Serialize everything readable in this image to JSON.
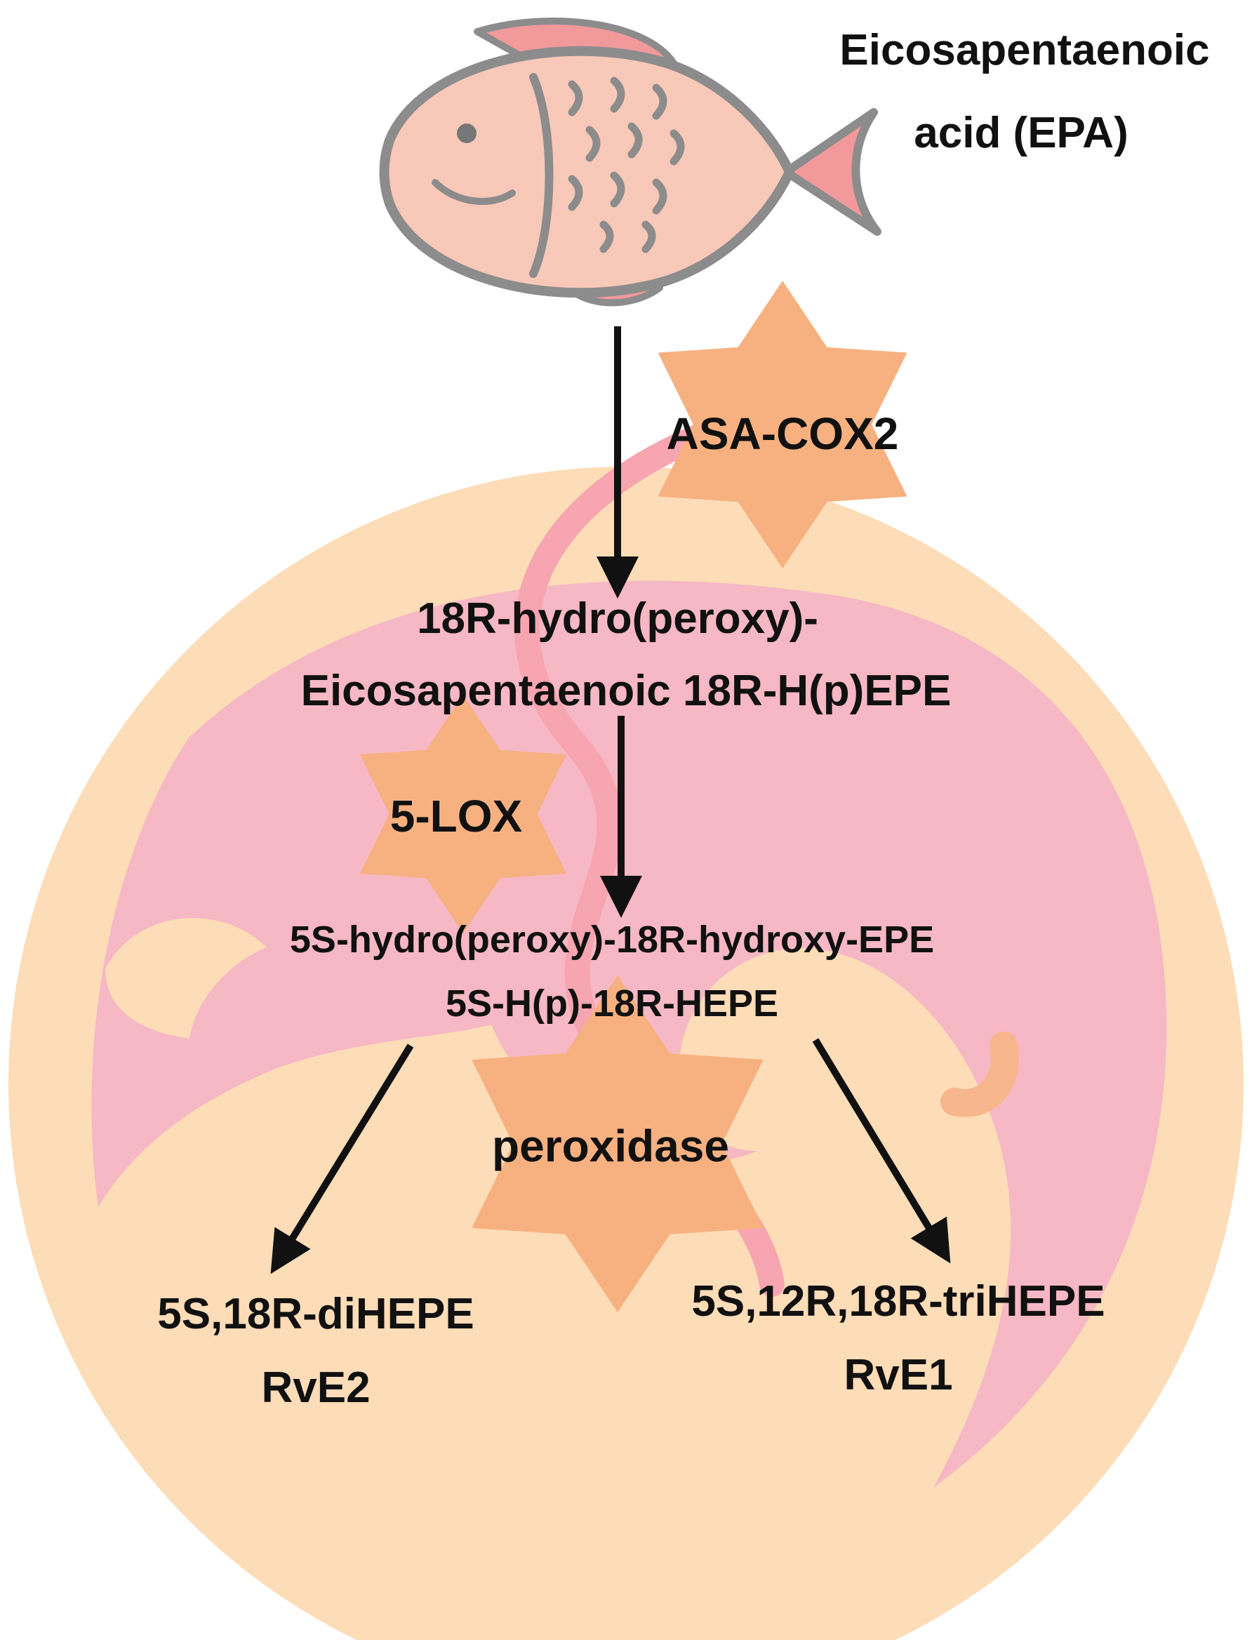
{
  "labels": {
    "substrate_line1": "Eicosapentaenoic",
    "substrate_line2": "acid (EPA)",
    "intermediate1_line1": "18R-hydro(peroxy)-",
    "intermediate1_line2": "Eicosapentaenoic 18R-H(p)EPE",
    "intermediate2_line1": "5S-hydro(peroxy)-18R-hydroxy-EPE",
    "intermediate2_line2": "5S-H(p)-18R-HEPE",
    "product_left_line1": "5S,18R-diHEPE",
    "product_left_line2": "RvE2",
    "product_right_line1": "5S,12R,18R-triHEPE",
    "product_right_line2": "RvE1"
  },
  "enzymes": {
    "cox": "ASA-COX2",
    "lox": "5-LOX",
    "peroxidase": "peroxidase"
  },
  "icons": {
    "source": "fish-icon",
    "background": "cell-icon"
  },
  "colors": {
    "cell_outer": "#fddcb8",
    "cell_inner": "#f6b8c4",
    "enzyme_star": "#f7b181",
    "fish_body": "#f8c8b8",
    "fish_outline": "#8c8c8c",
    "fish_fin": "#f2999c",
    "arrow": "#111111"
  }
}
